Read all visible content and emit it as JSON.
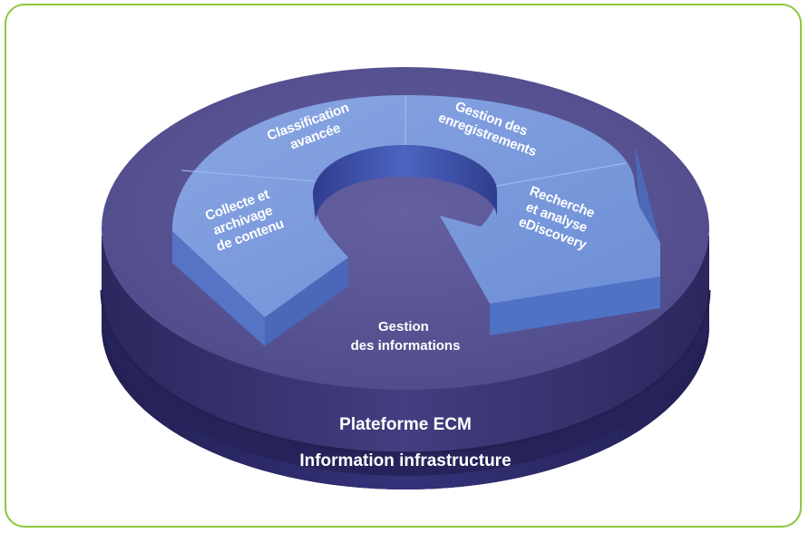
{
  "diagram": {
    "segments": [
      {
        "lines": [
          "Classification",
          "avancée"
        ]
      },
      {
        "lines": [
          "Gestion des",
          "enregistrements"
        ]
      },
      {
        "lines": [
          "Collecte et",
          "archivage",
          "de contenu"
        ]
      },
      {
        "lines": [
          "Recherche",
          "et analyse",
          "eDiscovery"
        ]
      }
    ],
    "center_label": [
      "Gestion",
      "des informations"
    ],
    "platform_label": "Plateforme ECM",
    "infrastructure_label": "Information infrastructure"
  },
  "colors": {
    "frame_border": "#8cc63f",
    "disc_top": "#5a5590",
    "disc_side": "#3f3b78",
    "base_side": "#2f2c66",
    "ring_top": "#7b9ad8",
    "ring_side": "#4f72c4"
  }
}
